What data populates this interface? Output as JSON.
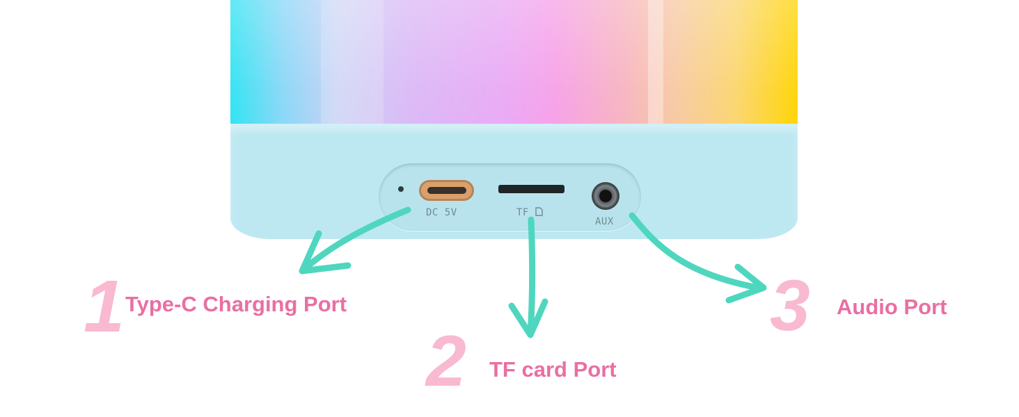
{
  "ports": {
    "dc_label": "DC 5V",
    "tf_label": "TF",
    "aux_label": "AUX"
  },
  "callouts": [
    {
      "number": "1",
      "label": "Type-C Charging Port"
    },
    {
      "number": "2",
      "label": "TF card Port"
    },
    {
      "number": "3",
      "label": "Audio Port"
    }
  ],
  "colors": {
    "lamp_base": "#bde8f2",
    "port_panel": "#b8e3ed",
    "arrow": "#4fd6bf",
    "callout_number": "#f8b9d1",
    "callout_label": "#e96fa3",
    "port_label": "#6f8a94"
  }
}
